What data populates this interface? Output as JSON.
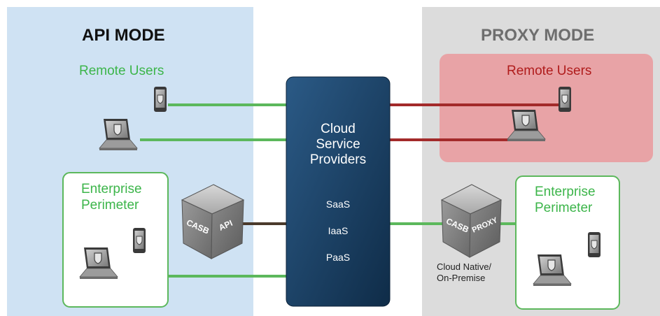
{
  "api_mode": {
    "title": "API MODE",
    "remote_users": "Remote Users",
    "enterprise_perimeter": [
      "Enterprise",
      "Perimeter"
    ],
    "casb_label": "CASB",
    "casb_mode": "API"
  },
  "cloud": {
    "title": [
      "Cloud",
      "Service",
      "Providers"
    ],
    "services": [
      "SaaS",
      "IaaS",
      "PaaS"
    ]
  },
  "proxy_mode": {
    "title": "PROXY MODE",
    "remote_users": "Remote Users",
    "enterprise_perimeter": [
      "Enterprise",
      "Perimeter"
    ],
    "casb_label": "CASB",
    "casb_mode": "PROXY",
    "deployment": [
      "Cloud Native/",
      "On-Premise"
    ]
  },
  "colors": {
    "api_bg": "#cfe2f3",
    "proxy_bg": "#dcdcdc",
    "remote_red_bg": "#e8a3a6",
    "cloud_box": "#1b4266",
    "green_line": "#5cb85c",
    "red_line": "#a32a2a",
    "brown_line": "#4a3a2c"
  }
}
